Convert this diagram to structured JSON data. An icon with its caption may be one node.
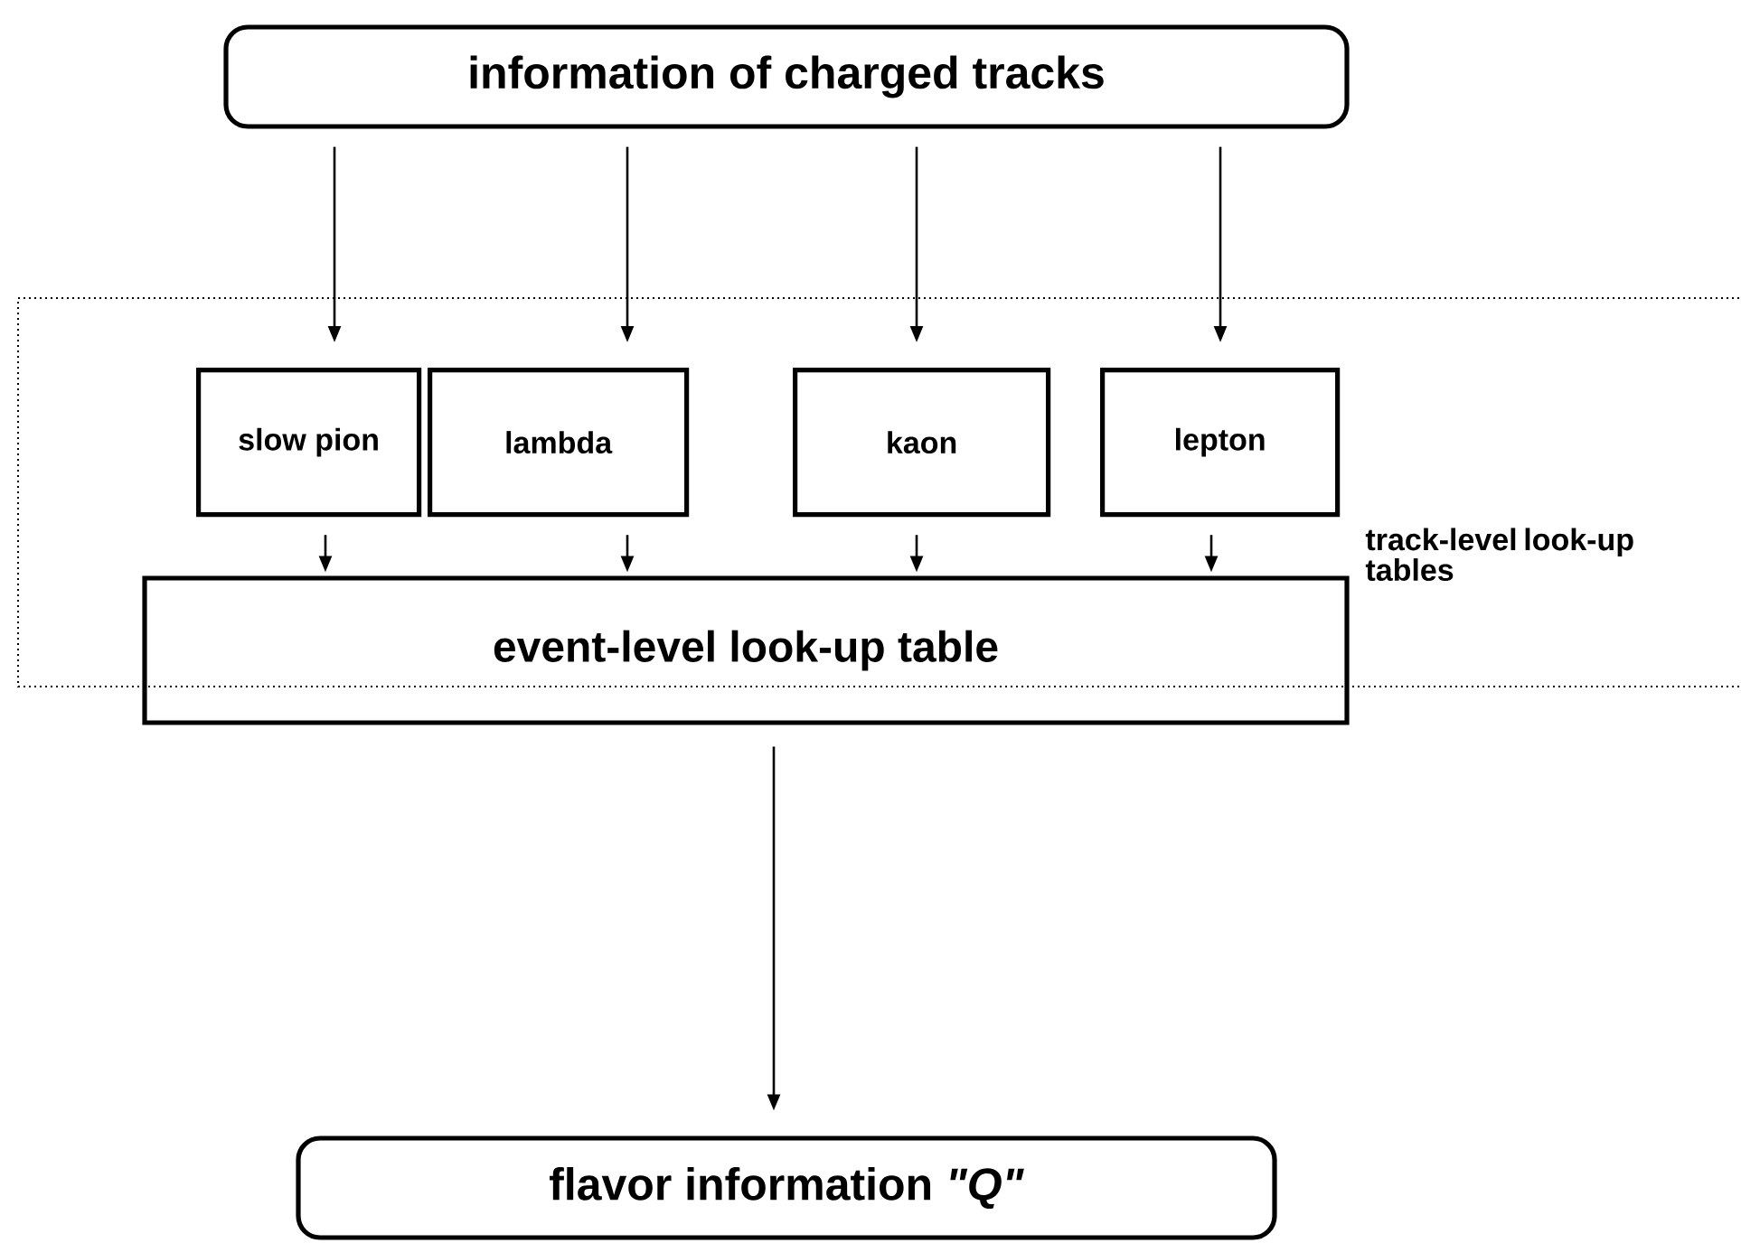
{
  "diagram": {
    "nodes": [
      {
        "text": [
          "information of charged tracks"
        ]
      },
      {
        "text": [
          "track-level look-up tables"
        ]
      },
      {
        "text": [
          "slow pion"
        ],
        "in": 1
      },
      {
        "text": [
          "lambda"
        ],
        "in": 1
      },
      {
        "text": [
          "kaon"
        ],
        "in": 1
      },
      {
        "text": [
          "lepton"
        ],
        "in": 1
      },
      {
        "text": [
          "event-level look-up table"
        ]
      },
      {
        "text": [
          "flavor information *\"Q\"*"
        ]
      }
    ],
    "edges": [
      {
        "from": 0,
        "to": 2,
        "arrow": "to"
      },
      {
        "from": 0,
        "to": 3,
        "arrow": "to"
      },
      {
        "from": 0,
        "to": 4,
        "arrow": "to"
      },
      {
        "from": 0,
        "to": 5,
        "arrow": "to"
      },
      {
        "from": 2,
        "to": 6,
        "arrow": "to"
      },
      {
        "from": 3,
        "to": 6,
        "arrow": "to"
      },
      {
        "from": 4,
        "to": 6,
        "arrow": "to"
      },
      {
        "from": 5,
        "to": 6,
        "arrow": "to"
      },
      {
        "from": 6,
        "to": 7,
        "arrow": "to"
      }
    ]
  }
}
